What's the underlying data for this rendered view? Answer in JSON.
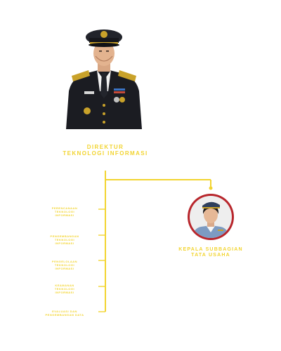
{
  "head": {
    "title_line1": "DIREKTUR",
    "title_line2": "TEKNOLOGI INFORMASI"
  },
  "subordinate": {
    "title_line1": "KEPALA SUBBAGIAN",
    "title_line2": "TATA USAHA"
  },
  "units": [
    {
      "line1": "PERENCANAAN",
      "line2": "TEKNOLOGI",
      "line3": "INFORMASI"
    },
    {
      "line1": "PENGEMBANGAN",
      "line2": "TEKNOLOGI",
      "line3": "INFORMASI"
    },
    {
      "line1": "PENGELOLAAN",
      "line2": "TEKNOLOGI",
      "line3": "INFORMASI"
    },
    {
      "line1": "KEAMANAN",
      "line2": "TEKNOLOGI",
      "line3": "INFORMASI"
    },
    {
      "line1": "EVALUASI DAN",
      "line2": "PENGEMBANGAN DATA",
      "line3": ""
    }
  ],
  "colors": {
    "accent": "#f2d430",
    "portrait_ring": "#b8262c"
  }
}
